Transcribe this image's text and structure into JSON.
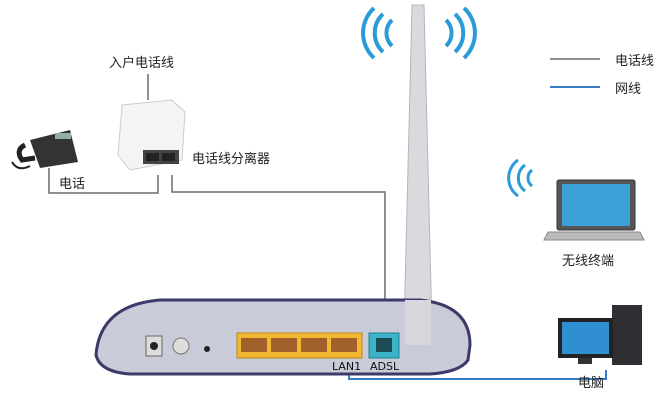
{
  "labels": {
    "incoming_line": "入户电话线",
    "phone": "电话",
    "splitter": "电话线分离器",
    "wireless_terminal": "无线终端",
    "computer": "电脑",
    "lan1": "LAN1",
    "adsl": "ADSL"
  },
  "legend": [
    {
      "label": "电话线",
      "color": "#6b6b6b"
    },
    {
      "label": "网线",
      "color": "#3a78c8"
    }
  ],
  "colors": {
    "phone_line": "#6b6b6b",
    "network_cable": "#3a78c8",
    "router_body": "#c9cbd8",
    "router_trim": "#3b3a6a",
    "lan_ports": "#f2b632",
    "adsl_port": "#3bb3c9",
    "wifi": "#2a9bd8"
  }
}
